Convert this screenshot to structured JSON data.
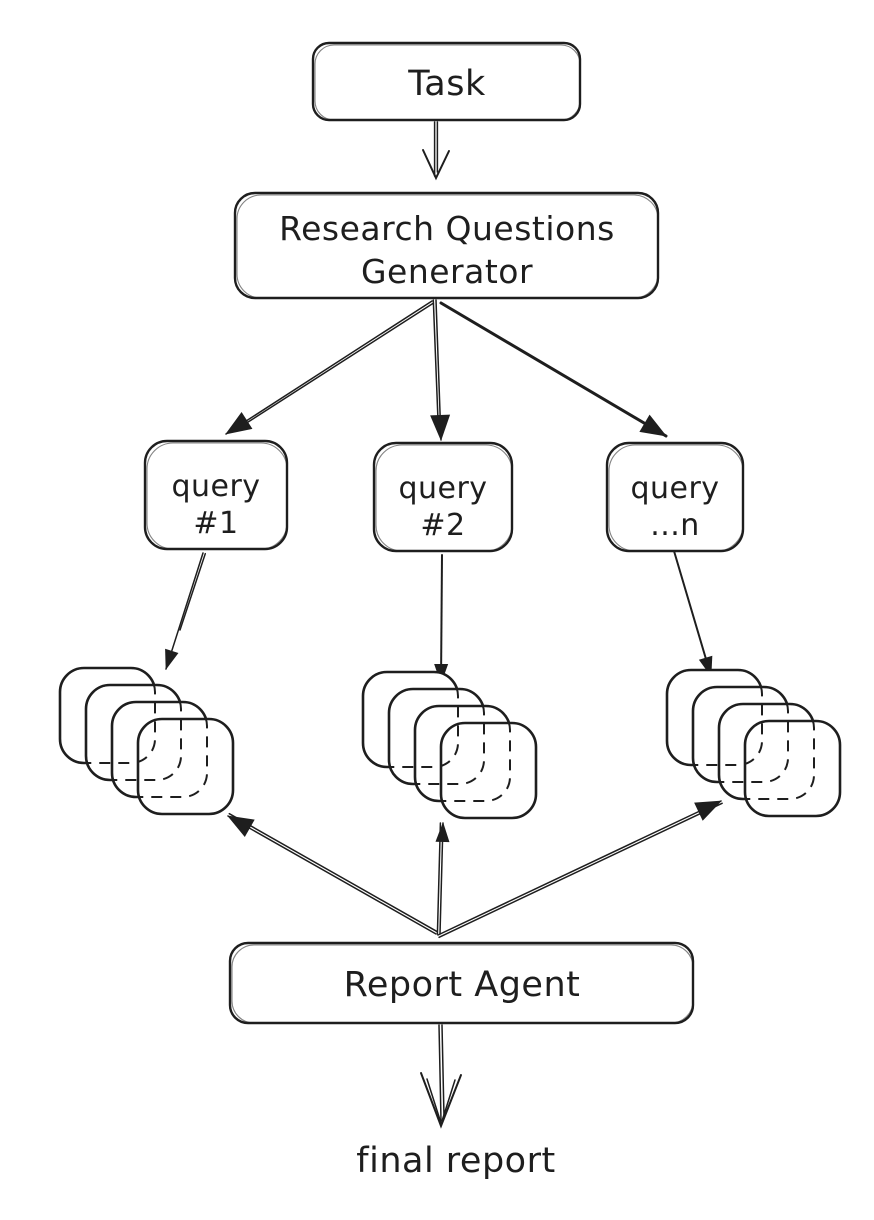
{
  "meta": {
    "style": "hand-drawn flowchart",
    "background_color": "#ffffff",
    "ink_color": "#1e1e1e"
  },
  "nodes": {
    "task": {
      "label": "Task"
    },
    "generator": {
      "line1": "Research Questions",
      "line2": "Generator"
    },
    "query1": {
      "line1": "query",
      "line2": "#1"
    },
    "query2": {
      "line1": "query",
      "line2": "#2"
    },
    "queryn": {
      "line1": "query",
      "line2": "...n"
    },
    "report_agent": {
      "label": "Report Agent"
    },
    "final_report": {
      "label": "final report"
    }
  },
  "stacks": [
    {
      "name": "results-stack-1",
      "layers": 4
    },
    {
      "name": "results-stack-2",
      "layers": 4
    },
    {
      "name": "results-stack-3",
      "layers": 4
    }
  ],
  "edges": [
    {
      "from": "task",
      "to": "generator"
    },
    {
      "from": "generator",
      "to": "query1"
    },
    {
      "from": "generator",
      "to": "query2"
    },
    {
      "from": "generator",
      "to": "queryn"
    },
    {
      "from": "query1",
      "to": "results-stack-1"
    },
    {
      "from": "query2",
      "to": "results-stack-2"
    },
    {
      "from": "queryn",
      "to": "results-stack-3"
    },
    {
      "from": "report_agent",
      "to": "results-stack-1"
    },
    {
      "from": "report_agent",
      "to": "results-stack-2"
    },
    {
      "from": "report_agent",
      "to": "results-stack-3"
    },
    {
      "from": "report_agent",
      "to": "final_report"
    }
  ]
}
